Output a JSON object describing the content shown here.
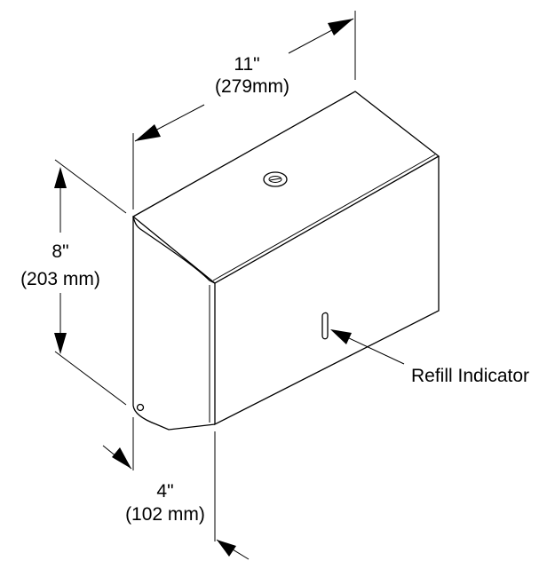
{
  "dimensions": {
    "width": {
      "inches": "11\"",
      "metric": "(279mm)"
    },
    "height": {
      "inches": "8\"",
      "metric": "(203 mm)"
    },
    "depth": {
      "inches": "4\"",
      "metric": "(102 mm)"
    }
  },
  "callouts": {
    "refill_indicator": "Refill Indicator"
  }
}
